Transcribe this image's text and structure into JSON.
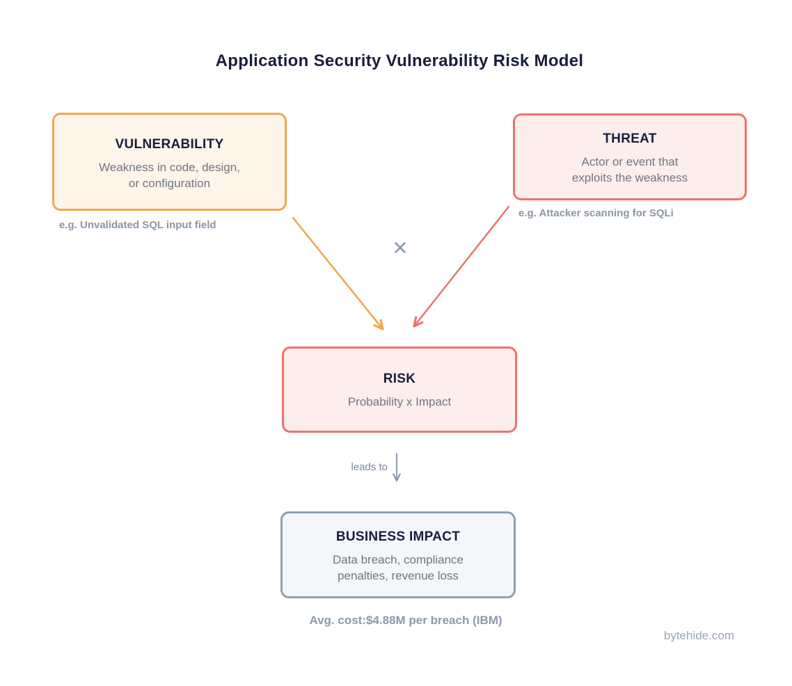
{
  "title": "Application Security Vulnerability Risk Model",
  "nodes": {
    "vulnerability": {
      "title": "VULNERABILITY",
      "lines": [
        "Weakness in code, design,",
        "or configuration"
      ],
      "caption": "e.g. Unvalidated SQL input field",
      "border_color": "#f0a64c",
      "fill_color": "#fdf5ea"
    },
    "threat": {
      "title": "THREAT",
      "lines": [
        "Actor or event that",
        "exploits the weakness"
      ],
      "caption": "e.g. Attacker scanning for SQLi",
      "border_color": "#ec736b",
      "fill_color": "#fdeeed"
    },
    "risk": {
      "title": "RISK",
      "lines": [
        "Probability x Impact"
      ],
      "border_color": "#ec736b",
      "fill_color": "#fdeeed"
    },
    "business_impact": {
      "title": "BUSINESS IMPACT",
      "lines": [
        "Data breach, compliance",
        "penalties, revenue loss"
      ],
      "caption": "Avg. cost:$4.88M per breach (IBM)",
      "border_color": "#8da0b0",
      "fill_color": "#f4f6f9"
    }
  },
  "operators": {
    "multiply": "×",
    "leads_to": "leads to"
  },
  "footer": {
    "watermark": "bytehide.com"
  },
  "colors": {
    "background": "#ffffff",
    "title_text": "#191d3b",
    "body_text": "#70757f",
    "caption_text": "#8c96a6",
    "arrow_orange": "#f0a64c",
    "arrow_red": "#ec736b",
    "arrow_gray": "#8496a9",
    "multiply_symbol": "#8796ab"
  }
}
